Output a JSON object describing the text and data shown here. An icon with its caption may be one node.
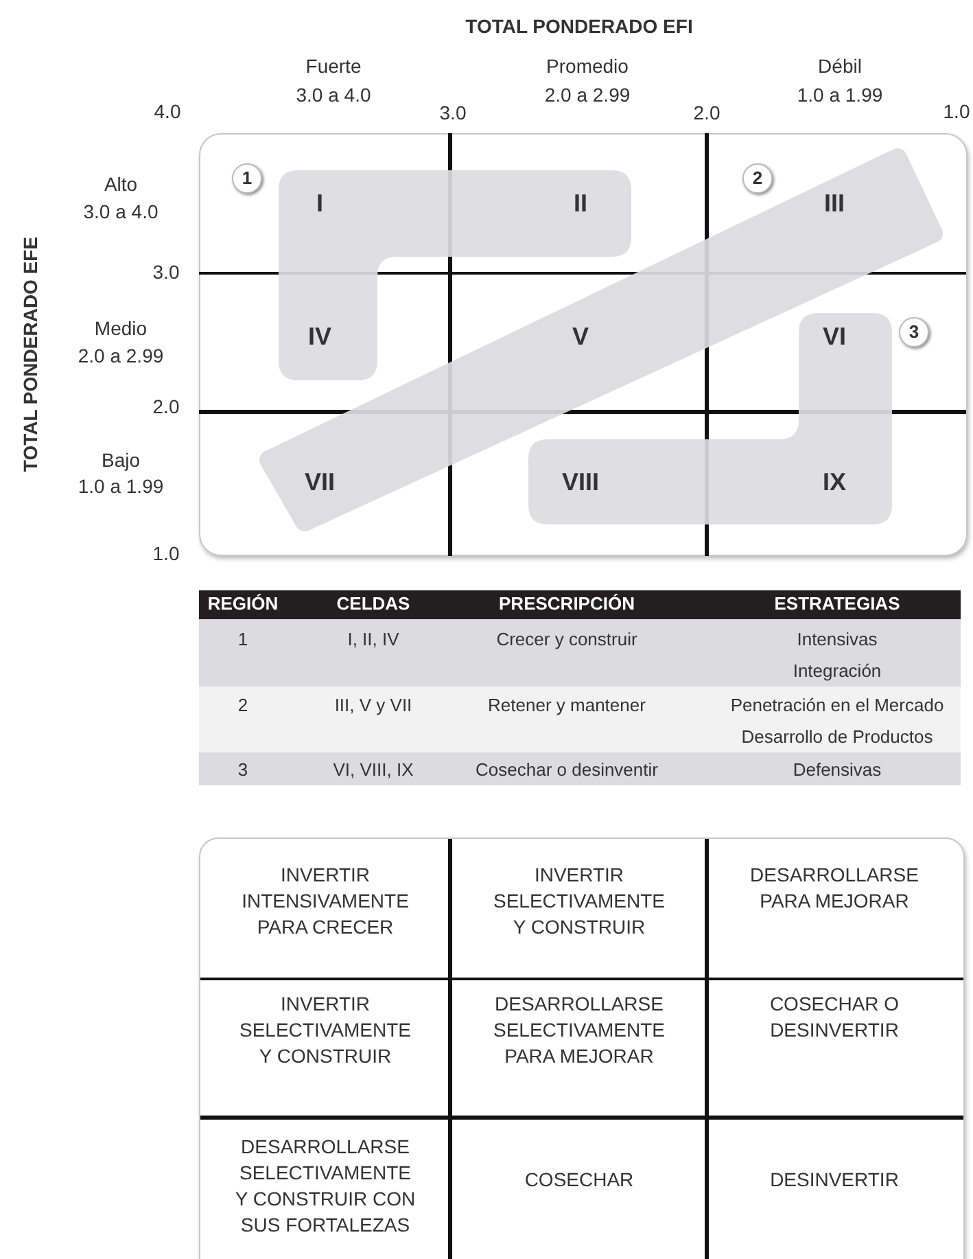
{
  "diagram": {
    "title": "TOTAL PONDERADO EFI",
    "nodes": [
      {
        "text": [
          "I",
          "II",
          "IV"
        ]
      },
      {
        "text": [
          "III",
          "V",
          "VII"
        ]
      },
      {
        "text": [
          "VI",
          "VIII",
          "IX"
        ]
      },
      {
        "text": [
          "1"
        ]
      },
      {
        "text": [
          "2"
        ]
      },
      {
        "text": [
          "3"
        ]
      }
    ],
    "labels": [
      "Fuerte",
      "3.0 a 4.0",
      "Promedio",
      "2.0 a 2.99",
      "Débil",
      "1.0 a 1.99",
      "4.0",
      "3.0",
      "2.0",
      "1.0",
      "TOTAL PONDERADO EFE",
      "Alto",
      "3.0 a 4.0",
      "3.0",
      "Medio",
      "2.0 a 2.99",
      "2.0",
      "Bajo",
      "1.0 a 1.99",
      "1.0",
      "REGIÓN",
      "CELDAS",
      "PRESCRIPCIÓN",
      "ESTRATEGIAS",
      "1",
      "I, II, IV",
      "Crecer y construir",
      "Intensivas",
      "Integración",
      "2",
      "III, V y VII",
      "Retener y mantener",
      "Penetración en el Mercado",
      "Desarrollo de Productos",
      "3",
      "VI, VIII, IX",
      "Cosechar o desinventir",
      "Defensivas",
      "INVERTIR INTENSIVAMENTE PARA CRECER",
      "INVERTIR SELECTIVAMENTE Y CONSTRUIR",
      "DESARROLLARSE PARA MEJORAR",
      "INVERTIR SELECTIVAMENTE Y CONSTRUIR",
      "DESARROLLARSE SELECTIVAMENTE PARA MEJORAR",
      "COSECHAR O DESINVERTIR",
      "DESARROLLARSE SELECTIVAMENTE Y CONSTRUIR CON SUS FORTALEZAS",
      "COSECHAR",
      "DESINVERTIR"
    ]
  }
}
